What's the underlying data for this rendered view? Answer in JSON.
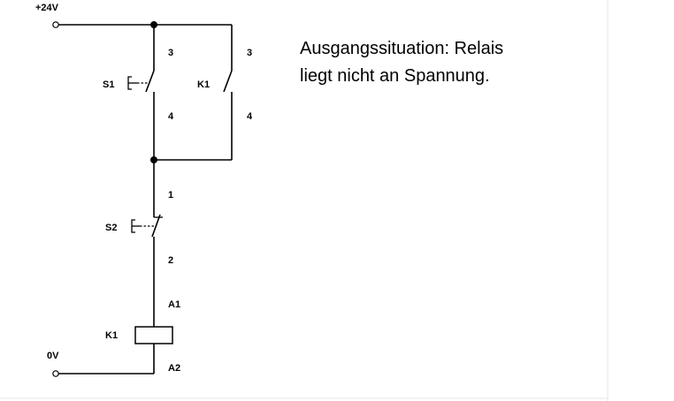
{
  "labels": {
    "supply_positive": "+24V",
    "supply_zero": "0V",
    "s1_name": "S1",
    "s1_pin_top": "3",
    "s1_pin_bottom": "4",
    "k1_contact_name": "K1",
    "k1_pin_top": "3",
    "k1_pin_bottom": "4",
    "s2_name": "S2",
    "s2_pin_top": "1",
    "s2_pin_bottom": "2",
    "k1_coil_name": "K1",
    "coil_pin_top": "A1",
    "coil_pin_bottom": "A2"
  },
  "caption": {
    "line1": "Ausgangssituation: Relais",
    "line2": "liegt nicht an Spannung."
  }
}
